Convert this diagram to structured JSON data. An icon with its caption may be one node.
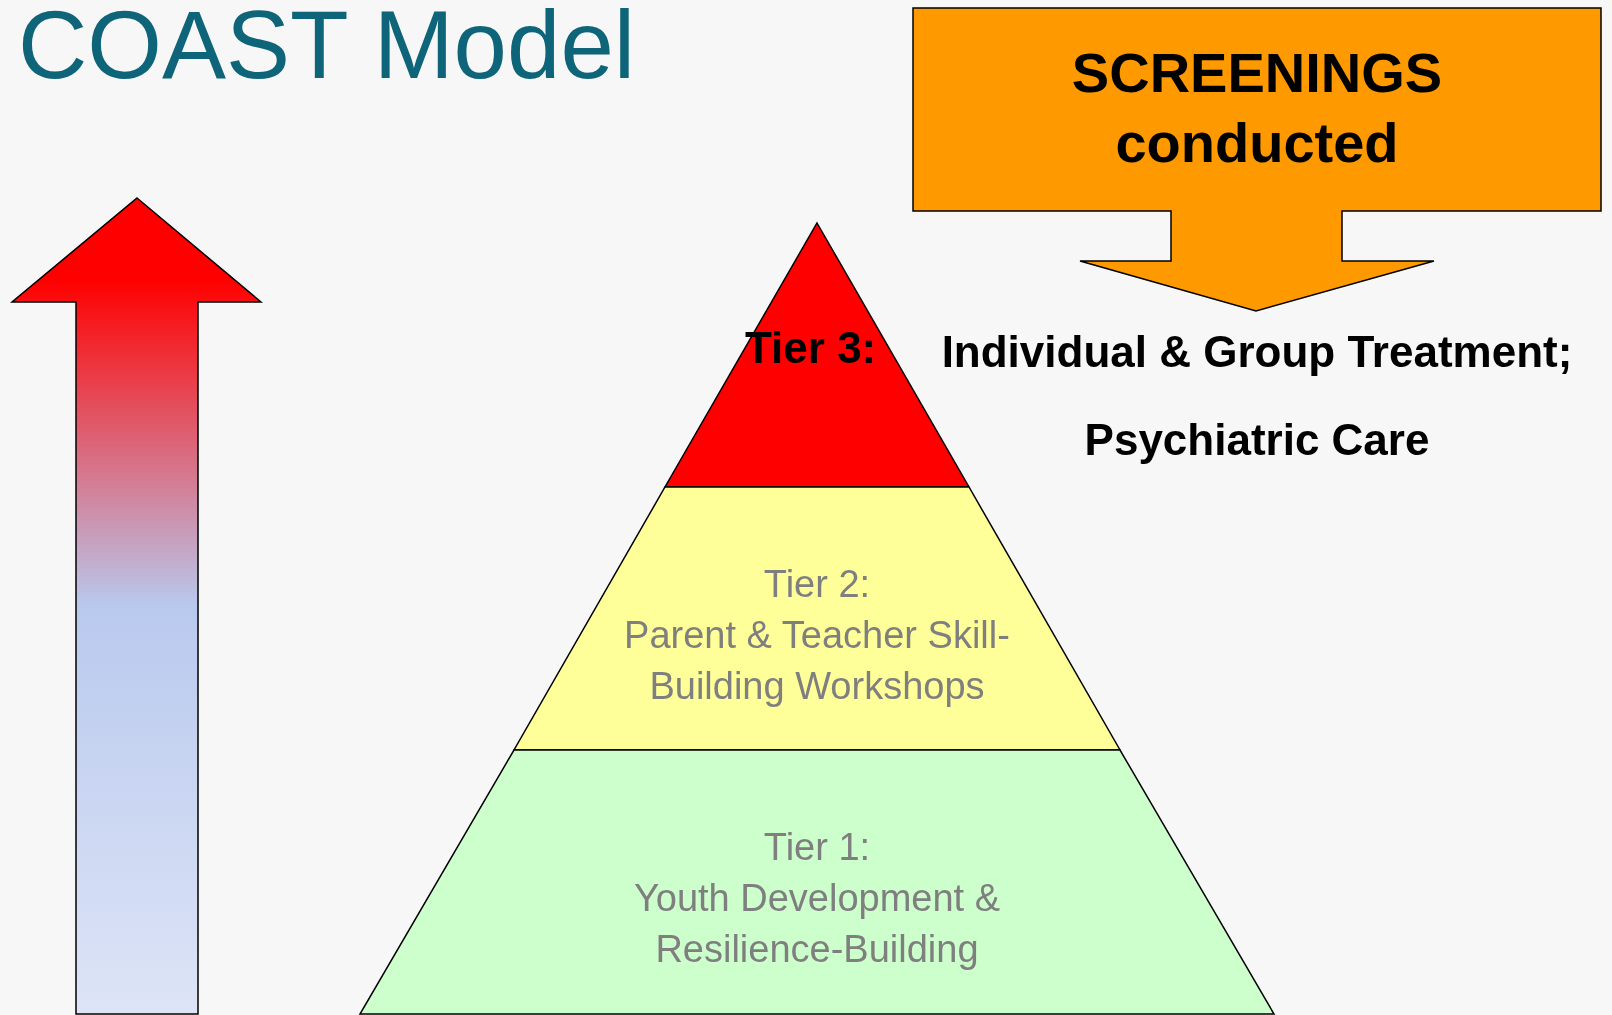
{
  "diagram": {
    "title": "COAST Model",
    "nodes": [
      {
        "text": [
          "SCREENINGS conducted"
        ]
      },
      {
        "text": [
          "Tier 3:"
        ],
        "beside": [
          "Individual & Group Treatment; Psychiatric Care"
        ]
      },
      {
        "text": [
          "Tier 2:",
          "Parent & Teacher Skill-Building Workshops"
        ]
      },
      {
        "text": [
          "Tier 1:",
          "Youth Development & Resilience-Building"
        ]
      }
    ],
    "edges": []
  }
}
